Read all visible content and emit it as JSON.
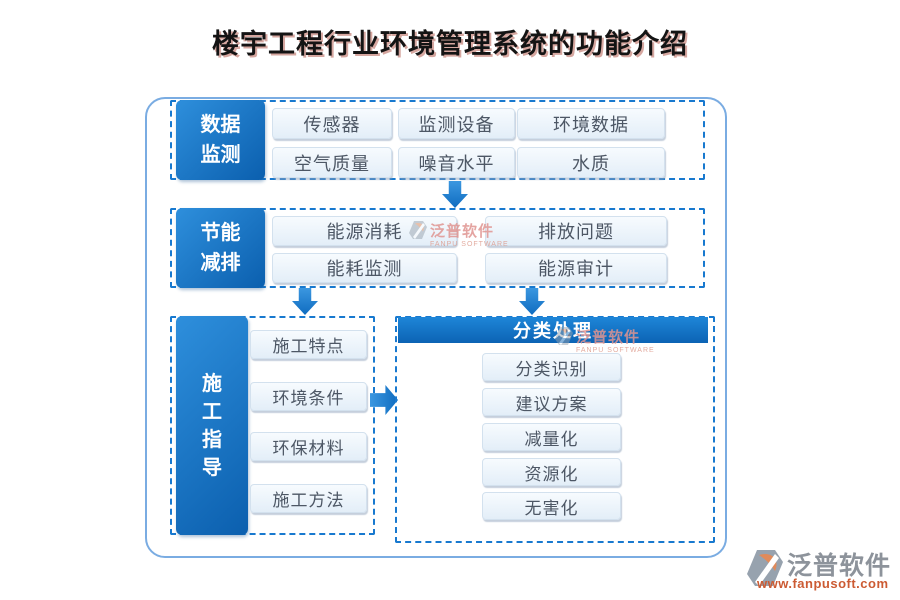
{
  "title": "楼宇工程行业环境管理系统的功能介绍",
  "sections": {
    "monitoring": {
      "label_lines": [
        "数据",
        "监测"
      ],
      "items": [
        "传感器",
        "监测设备",
        "环境数据",
        "空气质量",
        "噪音水平",
        "水质"
      ]
    },
    "energy": {
      "label_lines": [
        "节能",
        "减排"
      ],
      "items": [
        "能源消耗",
        "排放问题",
        "能耗监测",
        "能源审计"
      ]
    },
    "construction": {
      "label_chars": [
        "施",
        "工",
        "指",
        "导"
      ],
      "items": [
        "施工特点",
        "环境条件",
        "环保材料",
        "施工方法"
      ]
    },
    "classification": {
      "header": "分类处理",
      "items": [
        "分类识别",
        "建议方案",
        "减量化",
        "资源化",
        "无害化"
      ]
    }
  },
  "watermark": {
    "text": "泛普软件",
    "subtext": "FANPU SOFTWARE"
  },
  "footer": {
    "brand": "泛普软件",
    "url": "www.fanpusoft.com"
  },
  "colors": {
    "accent_blue": "#0f6cc0",
    "accent_blue_light": "#2e8fdc",
    "dashed_border": "#1879cf",
    "container_border": "#7aace2",
    "item_bg": "#e9f2fa",
    "item_text": "#4d5765",
    "watermark_pink": "#df9491",
    "footer_gray": "#8d939b",
    "footer_orange": "#cc5b33"
  }
}
